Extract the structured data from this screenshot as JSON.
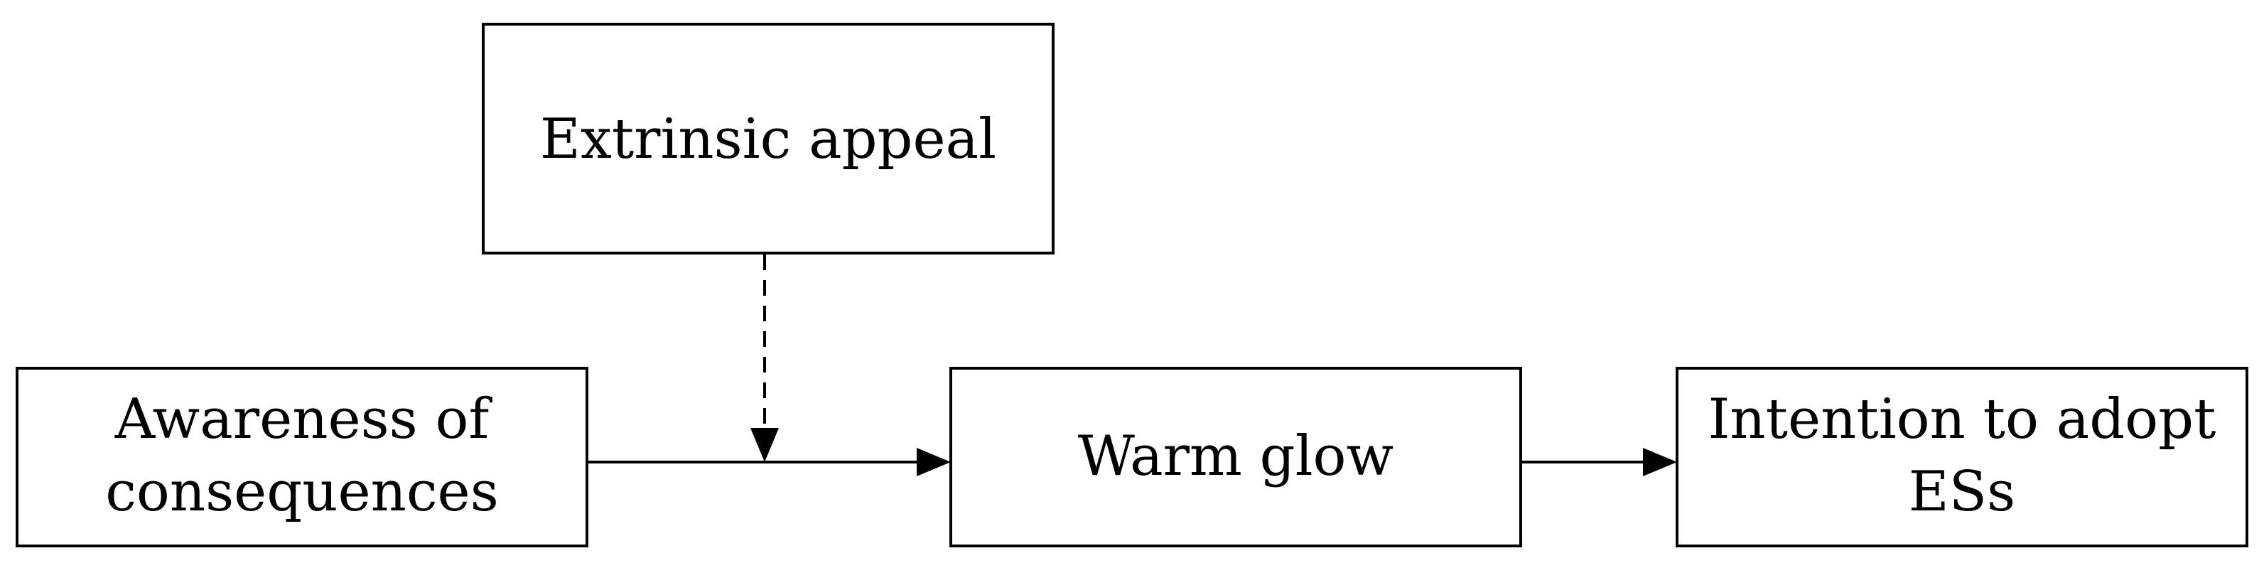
{
  "nodes": {
    "extrinsic_appeal": {
      "lines": [
        "Extrinsic appeal"
      ]
    },
    "awareness_of_consequences": {
      "lines": [
        "Awareness of",
        "consequences"
      ]
    },
    "warm_glow": {
      "lines": [
        "Warm glow"
      ]
    },
    "intention_to_adopt": {
      "lines": [
        "Intention to adopt",
        "ESs"
      ]
    }
  },
  "edges": [
    {
      "from": "awareness_of_consequences",
      "to": "warm_glow",
      "style": "solid"
    },
    {
      "from": "warm_glow",
      "to": "intention_to_adopt",
      "style": "solid"
    },
    {
      "from": "extrinsic_appeal",
      "to": "awareness_of_consequences-warm_glow-path",
      "style": "dashed"
    }
  ],
  "colors": {
    "stroke": "#000000",
    "background": "#ffffff"
  }
}
